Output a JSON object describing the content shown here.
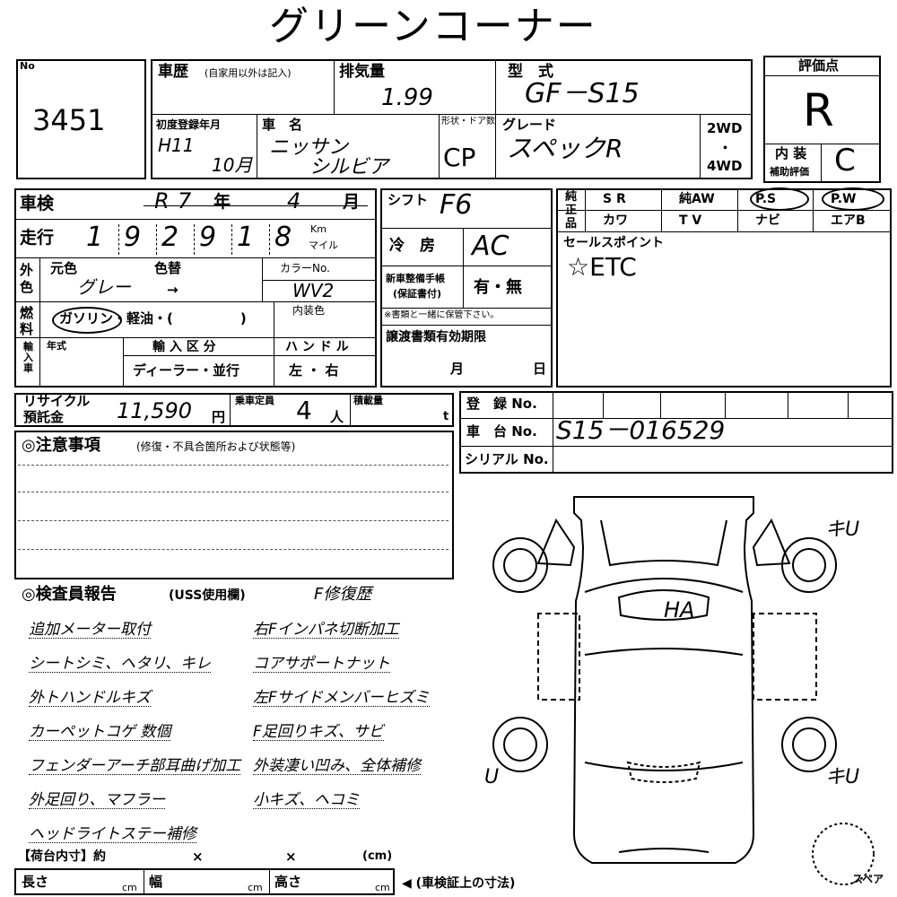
{
  "title": "グリーンコーナー",
  "lot": {
    "label": "No",
    "value": "3451"
  },
  "history": {
    "label": "車歴",
    "note": "(自家用以外は記入)"
  },
  "displacement": {
    "label": "排気量",
    "value": "1.99"
  },
  "model": {
    "label": "型　式",
    "value": "GF－S15"
  },
  "grade_box": {
    "label": "評価点",
    "value": "R",
    "interior_label": "内 装",
    "interior_sub": "補助評価",
    "interior_value": "C"
  },
  "first_reg": {
    "label": "初度登録年月",
    "value_year": "H11",
    "value_month": "10月"
  },
  "car_name": {
    "label": "車　名",
    "maker": "ニッサン",
    "name": "シルビア"
  },
  "body": {
    "label": "形状・ドア数",
    "value": "CP"
  },
  "grade": {
    "label": "グレード",
    "value": "スペックR"
  },
  "drive": {
    "wd2": "2WD",
    "dot": "・",
    "wd4": "4WD"
  },
  "inspection": {
    "label": "車検",
    "era": "R",
    "year": "7",
    "year_unit": "年",
    "month": "4",
    "month_unit": "月"
  },
  "mileage": {
    "label": "走行",
    "digits": [
      "1",
      "9",
      "2",
      "9",
      "1",
      "8"
    ],
    "km": "Km",
    "mile": "マイル"
  },
  "color": {
    "side": "外色",
    "orig_label": "元色",
    "change_label": "色替",
    "orig_value": "グレー",
    "arrow": "→",
    "code_label": "カラーNo.",
    "code_value": "WV2",
    "interior_label": "内装色"
  },
  "fuel": {
    "side": "燃料",
    "options": "ガソリン・軽油・(　　　　　)"
  },
  "import": {
    "side": "輸入車",
    "year_label": "年式",
    "class_label": "輸 入 区 分",
    "class_value": "ディーラー・並行",
    "handle_label": "ハ ン ド ル",
    "handle_value": "左 ・ 右"
  },
  "shift": {
    "label": "シフト",
    "value": "F6"
  },
  "aircon": {
    "label": "冷　房",
    "value": "AC"
  },
  "manual": {
    "label1": "新車整備手帳",
    "label2": "(保証書付)",
    "value": "有・無",
    "note": "※書類と一緒に保管下さい。"
  },
  "doc_expiry": {
    "label": "譲渡書類有効期限",
    "month": "月",
    "day": "日"
  },
  "equipment": {
    "side": "純正品",
    "row1": [
      "S R",
      "純AW",
      "P.S",
      "P.W"
    ],
    "row2": [
      "カワ",
      "T V",
      "ナビ",
      "エアB"
    ]
  },
  "sales_points": {
    "label": "セールスポイント",
    "value": "☆ETC"
  },
  "recycle": {
    "label1": "リサイクル",
    "label2": "預託金",
    "value": "11,590",
    "unit": "円"
  },
  "capacity": {
    "label": "乗車定員",
    "value": "4",
    "unit": "人"
  },
  "load": {
    "label": "積載量",
    "unit": "t"
  },
  "registration": {
    "label": "登　録 No."
  },
  "chassis": {
    "label": "車　台 No.",
    "value": "S15－016529"
  },
  "serial": {
    "label": "シリアル No."
  },
  "caution": {
    "label": "◎注意事項",
    "note": "(修復・不具合箇所および状態等)"
  },
  "inspector": {
    "label": "◎検査員報告",
    "note": "(USS使用欄)",
    "header_note": "F修復歴",
    "left": [
      "追加メーター取付",
      "シートシミ、ヘタリ、キレ",
      "外トハンドルキズ",
      "カーペットコゲ 数個",
      "フェンダーアーチ部耳曲げ加工",
      "外足回り、マフラー",
      "ヘッドライトステー補修"
    ],
    "right": [
      "右Fインパネ切断加工",
      "コアサポートナット",
      "左Fサイドメンバーヒズミ",
      "F足回りキズ、サビ",
      "外装凄い凹み、全体補修",
      "小キズ、ヘコミ"
    ]
  },
  "diagram": {
    "marks_top_right": "キU",
    "marks_bottom_right": "キU",
    "marks_bottom_left": "U",
    "roof_mark": "HA",
    "spare": "スペア"
  },
  "cargo": {
    "label": "【荷台内寸】約",
    "x1": "×",
    "x2": "×",
    "unit": "(cm)",
    "len": "長さ",
    "wid": "幅",
    "hei": "高さ",
    "cm": "cm",
    "cert_note": "◀ (車検証上の寸法)"
  }
}
